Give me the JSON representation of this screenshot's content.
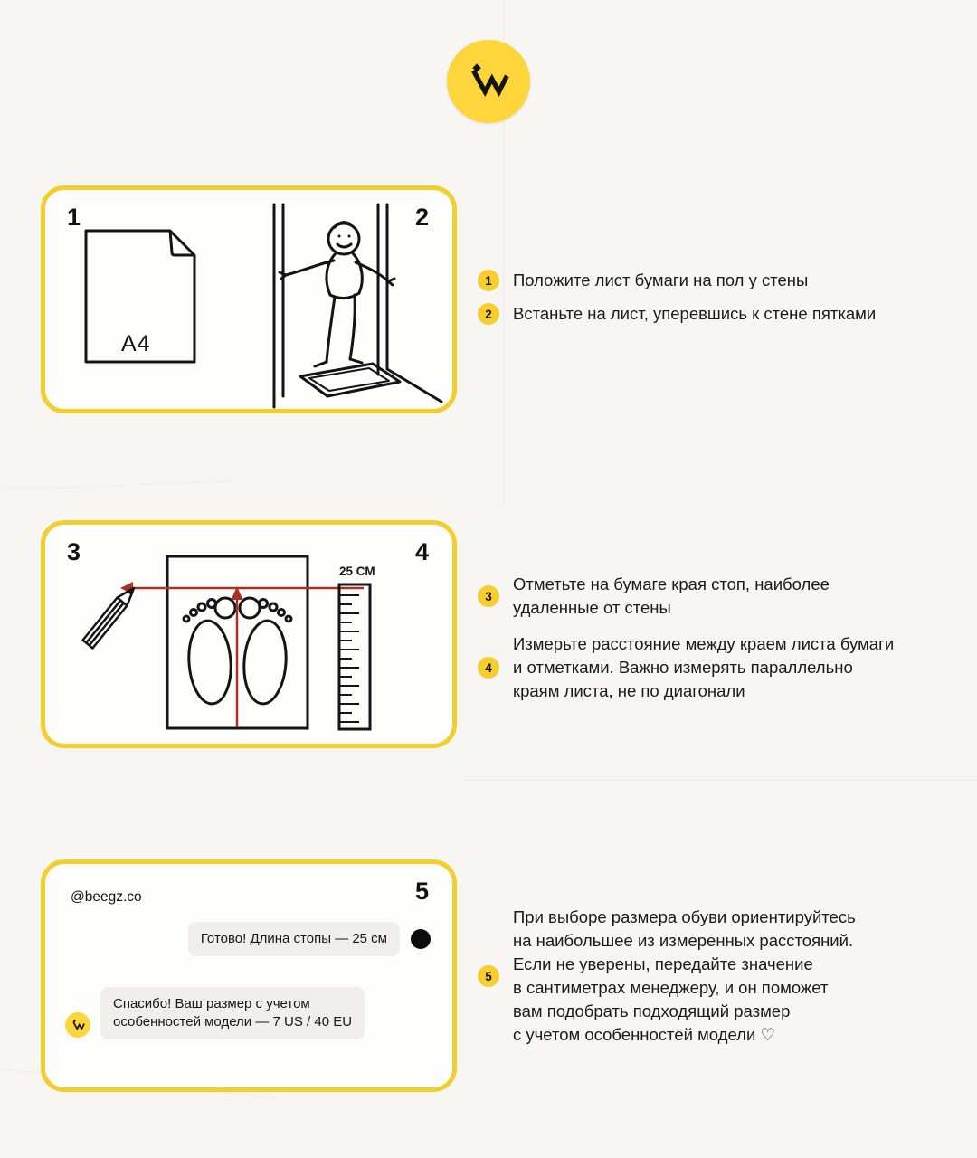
{
  "brand": {
    "handle": "@beegz.co"
  },
  "icons": {
    "brand_logo": "beegz-mark",
    "chat_avatar": "black-dot"
  },
  "colors": {
    "yellow": "#F6CF2F",
    "card_border": "#F2CF2E",
    "red": "#A93226",
    "ink": "#161616",
    "bubble_gray": "#F0EFEC",
    "paper": "#F7F6F3"
  },
  "cards": {
    "card1": {
      "num_left": "1",
      "num_right": "2",
      "a4_label": "A4"
    },
    "card2": {
      "num_left": "3",
      "num_right": "4",
      "ruler_label": "25 СМ"
    },
    "card3": {
      "handle": "@beegz.co",
      "num_right": "5",
      "outgoing_message": "Готово! Длина стопы — 25 см",
      "incoming_message": "Спасибо! Ваш размер с учетом\nособенностей модели — 7 US / 40 EU"
    }
  },
  "steps": [
    {
      "num": "1",
      "text": "Положите лист бумаги на пол у стены"
    },
    {
      "num": "2",
      "text": "Встаньте на лист, уперевшись к стене пятками"
    },
    {
      "num": "3",
      "text": "Отметьте на бумаге края стоп, наиболее\nудаленные от стены"
    },
    {
      "num": "4",
      "text": "Измерьте расстояние между краем листа бумаги\nи отметками. Важно измерять параллельно\nкраям листа, не по диагонали"
    },
    {
      "num": "5",
      "text": "При выборе размера обуви ориентируйтесь\nна наибольшее из измеренных расстояний.\nЕсли не уверены, передайте значение\nв сантиметрах менеджеру, и он поможет\nвам подобрать подходящий размер\nс учетом особенностей модели ♡"
    }
  ]
}
